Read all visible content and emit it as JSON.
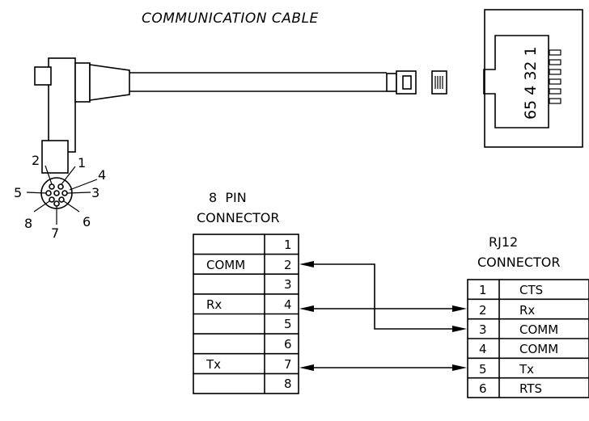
{
  "title": "COMMUNICATION CABLE",
  "rj12_face_pins": "65 4 32 1",
  "round_connector_pins": [
    "1",
    "2",
    "3",
    "4",
    "5",
    "6",
    "7",
    "8"
  ],
  "pin8": {
    "heading_line1": "8  PIN",
    "heading_line2": "CONNECTOR",
    "rows": [
      {
        "signal": "",
        "pin": "1"
      },
      {
        "signal": "COMM",
        "pin": "2"
      },
      {
        "signal": "",
        "pin": "3"
      },
      {
        "signal": "Rx",
        "pin": "4"
      },
      {
        "signal": "",
        "pin": "5"
      },
      {
        "signal": "",
        "pin": "6"
      },
      {
        "signal": "Tx",
        "pin": "7"
      },
      {
        "signal": "",
        "pin": "8"
      }
    ]
  },
  "rj12": {
    "heading_line1": "RJ12",
    "heading_line2": "CONNECTOR",
    "rows": [
      {
        "pin": "1",
        "signal": "CTS"
      },
      {
        "pin": "2",
        "signal": "Rx"
      },
      {
        "pin": "3",
        "signal": "COMM"
      },
      {
        "pin": "4",
        "signal": "COMM"
      },
      {
        "pin": "5",
        "signal": "Tx"
      },
      {
        "pin": "6",
        "signal": "RTS"
      }
    ]
  }
}
